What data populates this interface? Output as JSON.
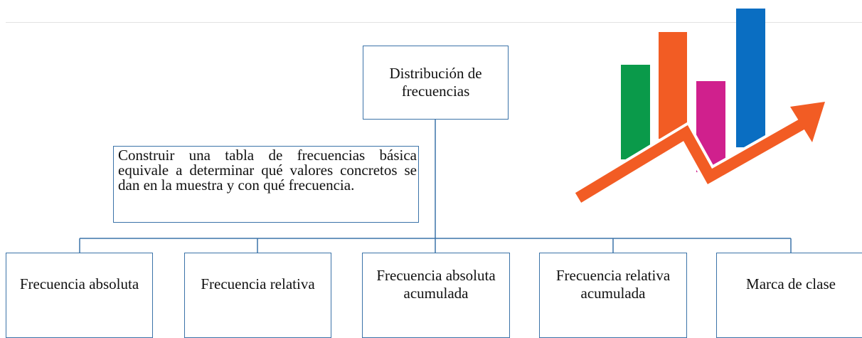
{
  "root": {
    "label": "Distribución de frecuencias"
  },
  "note": {
    "text": "Construir una tabla de frecuencias básica equivale a determinar qué valores concretos se dan en la muestra y con qué frecuencia."
  },
  "children": [
    {
      "label": "Frecuencia absoluta"
    },
    {
      "label": "Frecuencia relativa"
    },
    {
      "label": "Frecuencia absoluta acumulada"
    },
    {
      "label": "Frecuencia relativa acumulada"
    },
    {
      "label": "Marca de clase"
    }
  ],
  "colors": {
    "connector": "#3b73a8",
    "bar_green": "#0a9a4a",
    "bar_orange": "#f25c24",
    "bar_magenta": "#d0208d",
    "bar_blue": "#0a6ec2",
    "arrow": "#f25c24"
  },
  "icon": {
    "name": "growth-chart-icon"
  }
}
